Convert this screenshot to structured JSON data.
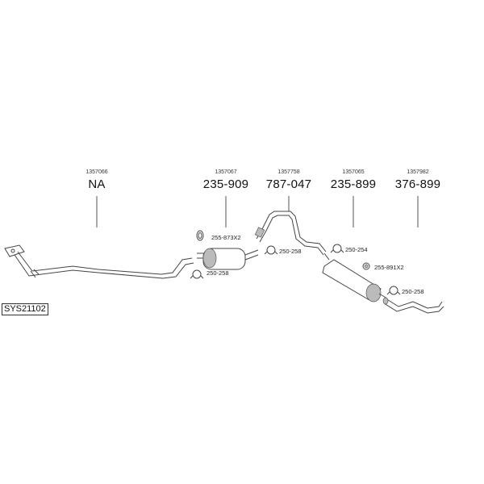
{
  "groups": [
    {
      "ref": "1357066",
      "code": "NA"
    },
    {
      "ref": "1357067",
      "code": "235-909"
    },
    {
      "ref": "1357758",
      "code": "787-047"
    },
    {
      "ref": "1357065",
      "code": "235-899"
    },
    {
      "ref": "1357982",
      "code": "376-899"
    }
  ],
  "accessories": [
    {
      "code": "255-873X2",
      "icon": "gasket-icon"
    },
    {
      "code": "250-258",
      "icon": "clamp-icon"
    },
    {
      "code": "250-258",
      "icon": "clamp-icon"
    },
    {
      "code": "250-254",
      "icon": "clamp-icon"
    },
    {
      "code": "255-891X2",
      "icon": "gasket-icon"
    },
    {
      "code": "250-258",
      "icon": "clamp-icon"
    }
  ],
  "system_code": "SYS21102"
}
